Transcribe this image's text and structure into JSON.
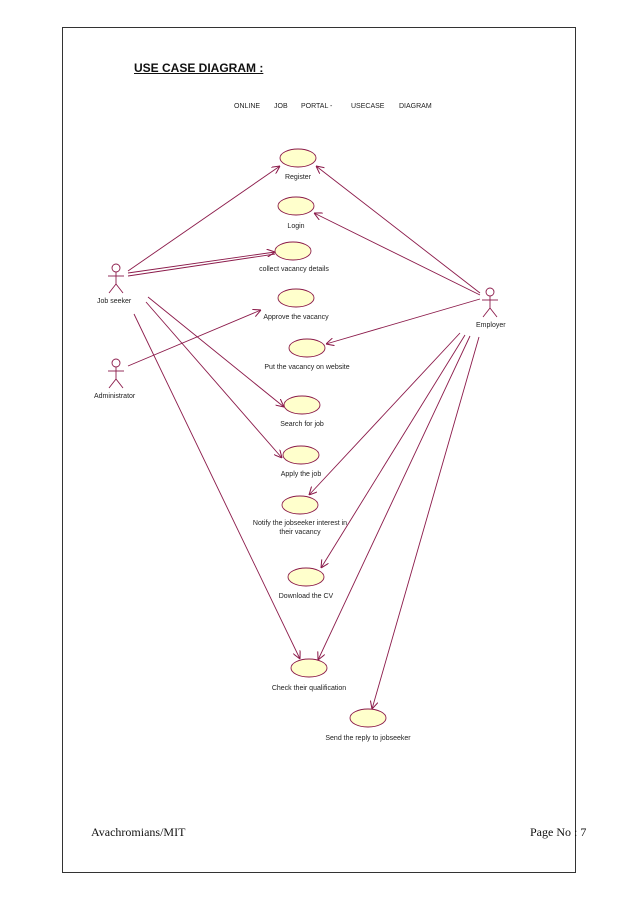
{
  "heading": "USE CASE DIAGRAM :",
  "subtitle_words": [
    "ONLINE",
    "JOB",
    "PORTAL -",
    "USECASE",
    "DIAGRAM"
  ],
  "actors": {
    "job_seeker": "Job seeker",
    "administrator": "Administrator",
    "employer": "Employer"
  },
  "use_cases": {
    "register": "Register",
    "login": "Login",
    "collect_vacancy": "collect vacancy details",
    "approve_vacancy": "Approve the vacancy",
    "put_vacancy": "Put the vacancy on website",
    "search_job": "Search for job",
    "apply_job": "Apply the job",
    "notify_line1": "Notify the jobseeker interest in",
    "notify_line2": "their vacancy",
    "download_cv": "Download the CV",
    "check_qualification": "Check their qualification",
    "send_reply": "Send the reply to jobseeker"
  },
  "colors": {
    "line": "#8b1a4a",
    "usecase_fill": "#ffffcc"
  },
  "footer": {
    "left": "Avachromians/MIT",
    "right": "Page No : 7"
  }
}
